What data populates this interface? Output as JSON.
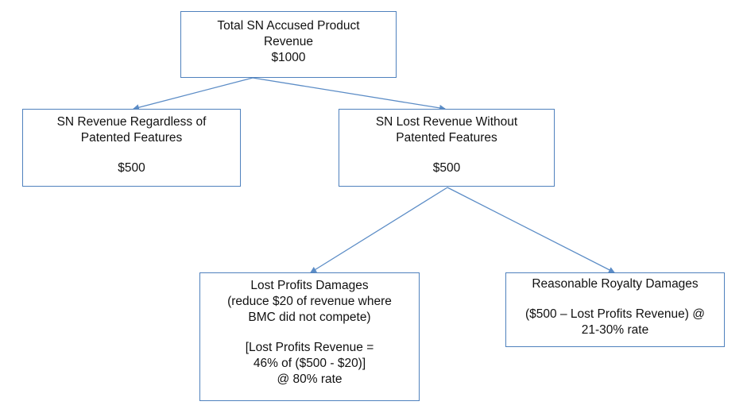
{
  "colors": {
    "box_border": "#4f81bd",
    "arrow": "#5b8cc6",
    "text": "#111111",
    "background": "#ffffff"
  },
  "nodes": {
    "total": {
      "lines": [
        "Total SN Accused Product",
        "Revenue",
        "$1000"
      ]
    },
    "regardless": {
      "lines": [
        "SN Revenue Regardless of",
        "Patented Features"
      ],
      "value": "$500"
    },
    "lost_revenue": {
      "lines": [
        "SN Lost Revenue Without",
        "Patented Features"
      ],
      "value": "$500"
    },
    "lost_profits": {
      "lines": [
        "Lost Profits Damages",
        "(reduce $20 of revenue where",
        "BMC did not compete)"
      ],
      "detail": [
        "[Lost Profits Revenue =",
        "46% of ($500 - $20)]",
        "@ 80% rate"
      ]
    },
    "royalty": {
      "lines": [
        "Reasonable Royalty Damages"
      ],
      "detail": [
        "($500 – Lost Profits Revenue) @",
        "21-30% rate"
      ]
    }
  },
  "edges": [
    {
      "from": "total",
      "to": "regardless"
    },
    {
      "from": "total",
      "to": "lost_revenue"
    },
    {
      "from": "lost_revenue",
      "to": "lost_profits"
    },
    {
      "from": "lost_revenue",
      "to": "royalty"
    }
  ]
}
